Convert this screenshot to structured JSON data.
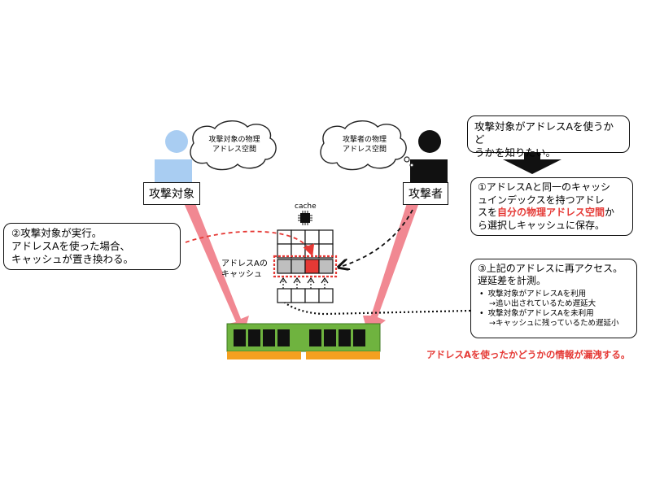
{
  "victim": {
    "label": "攻撃対象",
    "cloud_line1": "攻撃対象の物理",
    "cloud_line2": "アドレス空間"
  },
  "attacker": {
    "label": "攻撃者",
    "cloud_line1": "攻撃者の物理",
    "cloud_line2": "アドレス空間"
  },
  "cache": {
    "chip_label": "cache",
    "set_label_line1": "アドレスAの",
    "set_label_line2": "キャッシュ"
  },
  "callout_intent": {
    "line1": "攻撃対象がアドレスAを使うかど",
    "line2": "うかを知りたい。"
  },
  "callout_step1": {
    "line1": "①アドレスAと同一のキャッシ",
    "line2": "ュインデックスを持つアドレ",
    "line3_pre": "スを",
    "line3_highlight": "自分の物理アドレス空間",
    "line3_post": "か",
    "line4": "ら選択しキャッシュに保存。"
  },
  "callout_step2": {
    "line1": "②攻撃対象が実行。",
    "line2": "アドレスAを使った場合、",
    "line3": "キャッシュが置き換わる。"
  },
  "callout_step3": {
    "line1": "③上記のアドレスに再アクセス。",
    "line2": "遅延差を計測。",
    "bullet1": "攻撃対象がアドレスAを利用",
    "bullet1_sub": "→追い出されているため遅延大",
    "bullet2": "攻撃対象がアドレスAを未利用",
    "bullet2_sub": "→キャッシュに残っているため遅延小"
  },
  "conclusion": "アドレスAを使ったかどうかの情報が漏洩する。",
  "colors": {
    "accent_red": "#e53935",
    "victim_blue": "#a9cdf2",
    "ram_green": "#6fb33f",
    "ram_orange": "#f4a020",
    "arrow_pink": "#ef7b86",
    "cache_gray": "#bfbfbf"
  }
}
